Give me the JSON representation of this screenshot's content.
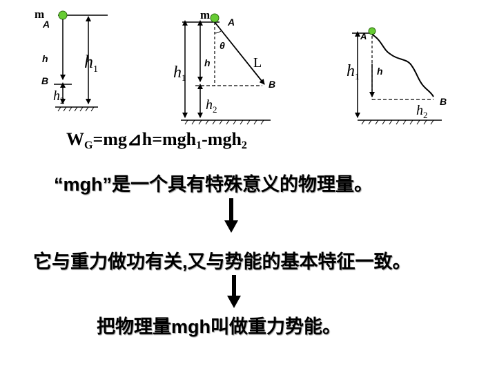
{
  "diagram1": {
    "mass": "m",
    "point_a": "A",
    "point_b": "B",
    "h": "h",
    "h1_main": "h",
    "h1_sub": "1",
    "h2_main": "h",
    "h2_sub": "2"
  },
  "diagram2": {
    "mass": "m",
    "point_a": "A",
    "point_b": "B",
    "theta": "θ",
    "length": "L",
    "h": "h",
    "h1_main": "h",
    "h1_sub": "1",
    "h2_main": "h",
    "h2_sub": "2"
  },
  "diagram3": {
    "point_a": "A",
    "point_b": "B",
    "h": "h",
    "h1_main": "h",
    "h1_sub": "1",
    "h2_main": "h",
    "h2_sub": "2"
  },
  "formula": {
    "w": "W",
    "w_sub": "G",
    "part1": "=mg",
    "delta": "⊿",
    "part2": "h=mgh",
    "sub1": "1",
    "part3": "-mgh",
    "sub2": "2"
  },
  "statements": {
    "line1": "“mgh”是一个具有特殊意义的物理量。",
    "line2": "它与重力做功有关,又与势能的基本特征一致。",
    "line3": "把物理量mgh叫做重力势能。"
  },
  "colors": {
    "ball": "#66cc33",
    "text": "#000000"
  }
}
